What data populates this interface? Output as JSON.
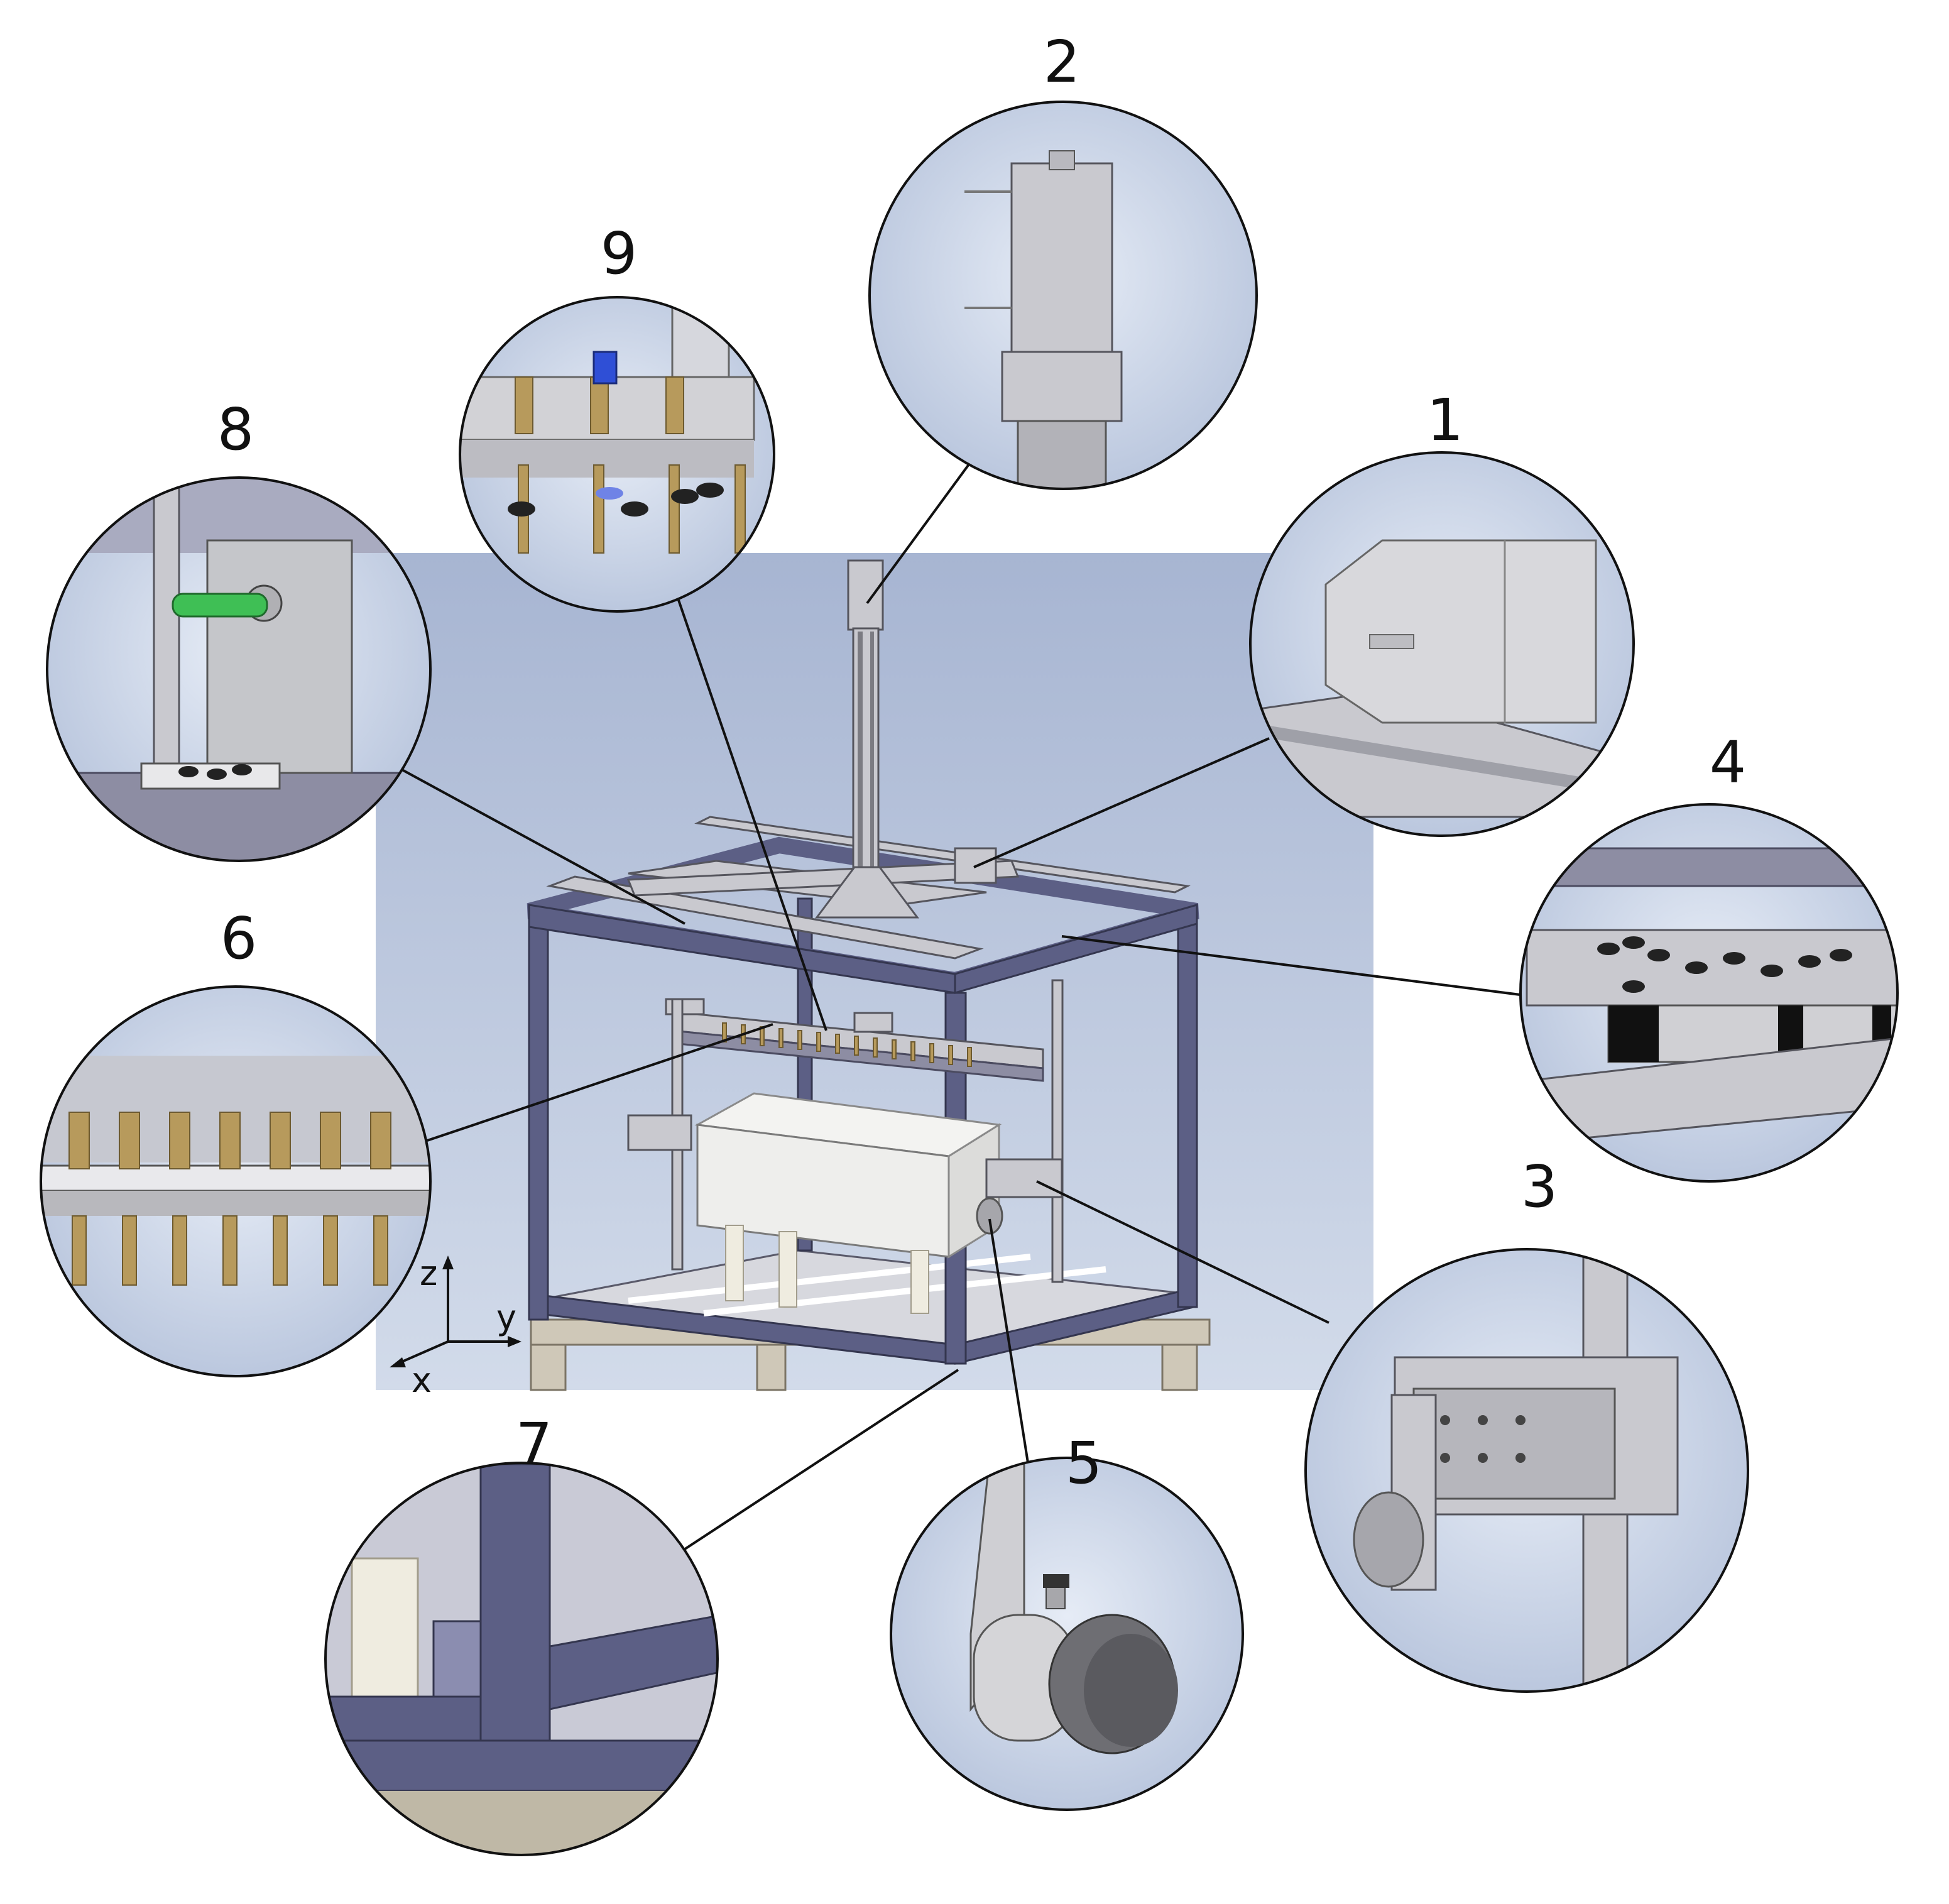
{
  "figure": {
    "colors": {
      "background_panel": "#b5c2da",
      "bubble_fill": "#c8d3e6",
      "frame_profile": "#5c5f85",
      "aluminium": "#c9c9cf",
      "brass_pins": "#b79a5c",
      "green_pin": "#3fbf55",
      "blue_screw": "#2f4fd6",
      "line_color": "#111111"
    },
    "axes": {
      "z": "z",
      "y": "y",
      "x": "x"
    },
    "callouts": [
      {
        "number": "1",
        "icon": "motor-housing-detail"
      },
      {
        "number": "2",
        "icon": "vertical-column-top-detail"
      },
      {
        "number": "3",
        "icon": "carriage-with-roller-detail"
      },
      {
        "number": "4",
        "icon": "linear-guide-block-detail"
      },
      {
        "number": "5",
        "icon": "roller-wheel-detail"
      },
      {
        "number": "6",
        "icon": "pin-row-detail"
      },
      {
        "number": "7",
        "icon": "frame-corner-detail"
      },
      {
        "number": "8",
        "icon": "green-pin-bracket-detail"
      },
      {
        "number": "9",
        "icon": "pin-bar-with-blue-screw-detail"
      }
    ]
  }
}
